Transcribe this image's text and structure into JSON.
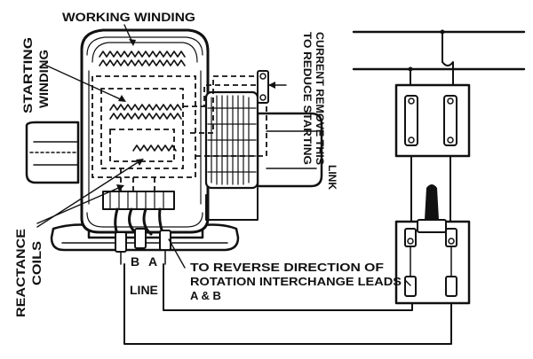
{
  "diagram": {
    "labels": {
      "working_winding": "WORKING WINDING",
      "starting_winding_line1": "STARTING",
      "starting_winding_line2": "WINDING",
      "reactance_line1": "REACTANCE",
      "reactance_line2": "COILS",
      "link_line1": "TO REDUCE STARTING",
      "link_line2": "CURRENT REMOVE THIS",
      "link_line3": "LINK",
      "reverse_line1": "TO REVERSE DIRECTION OF",
      "reverse_line2": "ROTATION INTERCHANGE LEADS",
      "reverse_line3": "A & B",
      "lead_b": "B",
      "lead_a": "A",
      "line": "LINE"
    }
  }
}
